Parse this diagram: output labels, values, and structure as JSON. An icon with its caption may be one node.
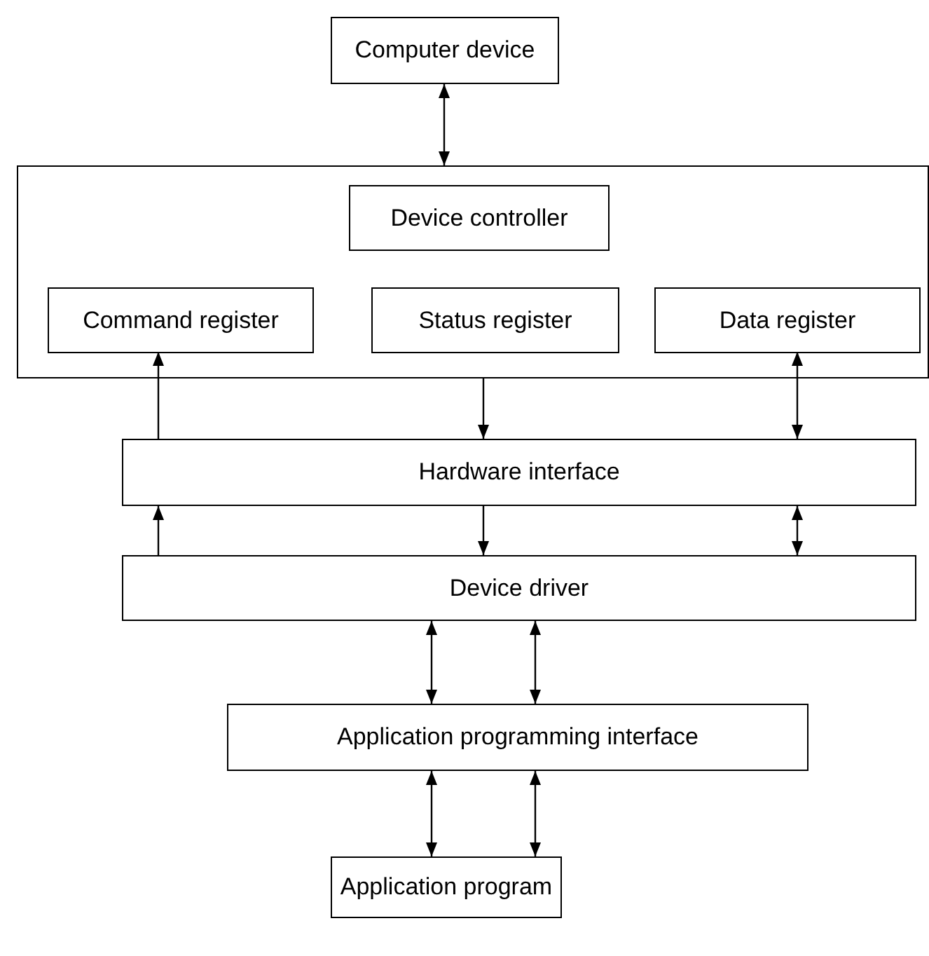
{
  "diagram": {
    "nodes": [
      {
        "text": [
          "Computer device"
        ]
      },
      {
        "text": [],
        "shape": "box"
      },
      {
        "text": [
          "Device controller"
        ],
        "in": 1
      },
      {
        "text": [
          "Command register"
        ],
        "in": 1
      },
      {
        "text": [
          "Status register"
        ],
        "in": 1
      },
      {
        "text": [
          "Data register"
        ],
        "in": 1
      },
      {
        "text": [
          "Hardware interface"
        ]
      },
      {
        "text": [
          "Device driver"
        ]
      },
      {
        "text": [
          "Application programming interface"
        ]
      },
      {
        "text": [
          "Application program"
        ]
      }
    ],
    "edges": [
      {
        "from": 0,
        "to": 1,
        "arrow": "both"
      },
      {
        "from": 6,
        "to": 3,
        "arrow": "to"
      },
      {
        "from": 1,
        "to": 6,
        "arrow": "to"
      },
      {
        "from": 5,
        "to": 6,
        "arrow": "both"
      },
      {
        "from": 7,
        "to": 6,
        "arrow": "to"
      },
      {
        "from": 6,
        "to": 7,
        "arrow": "to"
      },
      {
        "from": 7,
        "to": 6,
        "arrow": "both"
      },
      {
        "from": 7,
        "to": 8,
        "arrow": "both"
      },
      {
        "from": 7,
        "to": 8,
        "arrow": "both"
      },
      {
        "from": 8,
        "to": 9,
        "arrow": "both"
      },
      {
        "from": 8,
        "to": 9,
        "arrow": "both"
      }
    ]
  }
}
